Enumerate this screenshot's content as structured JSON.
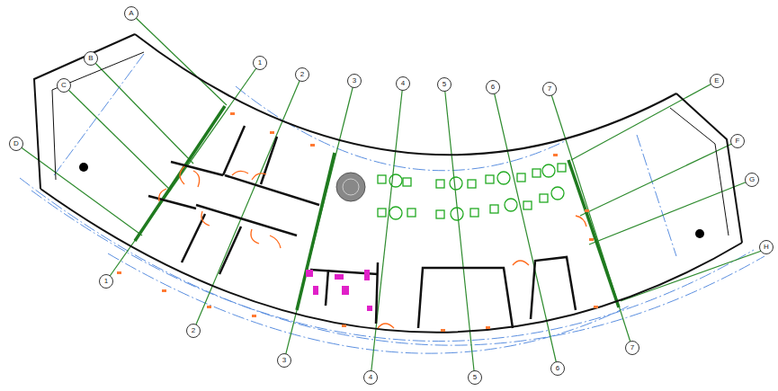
{
  "diagram": {
    "labels": [
      "A",
      "B",
      "C",
      "D",
      "1",
      "2",
      "3",
      "4",
      "5",
      "6",
      "7",
      "E",
      "F",
      "G",
      "H",
      "1",
      "2",
      "3",
      "4",
      "5",
      "6",
      "7"
    ]
  }
}
